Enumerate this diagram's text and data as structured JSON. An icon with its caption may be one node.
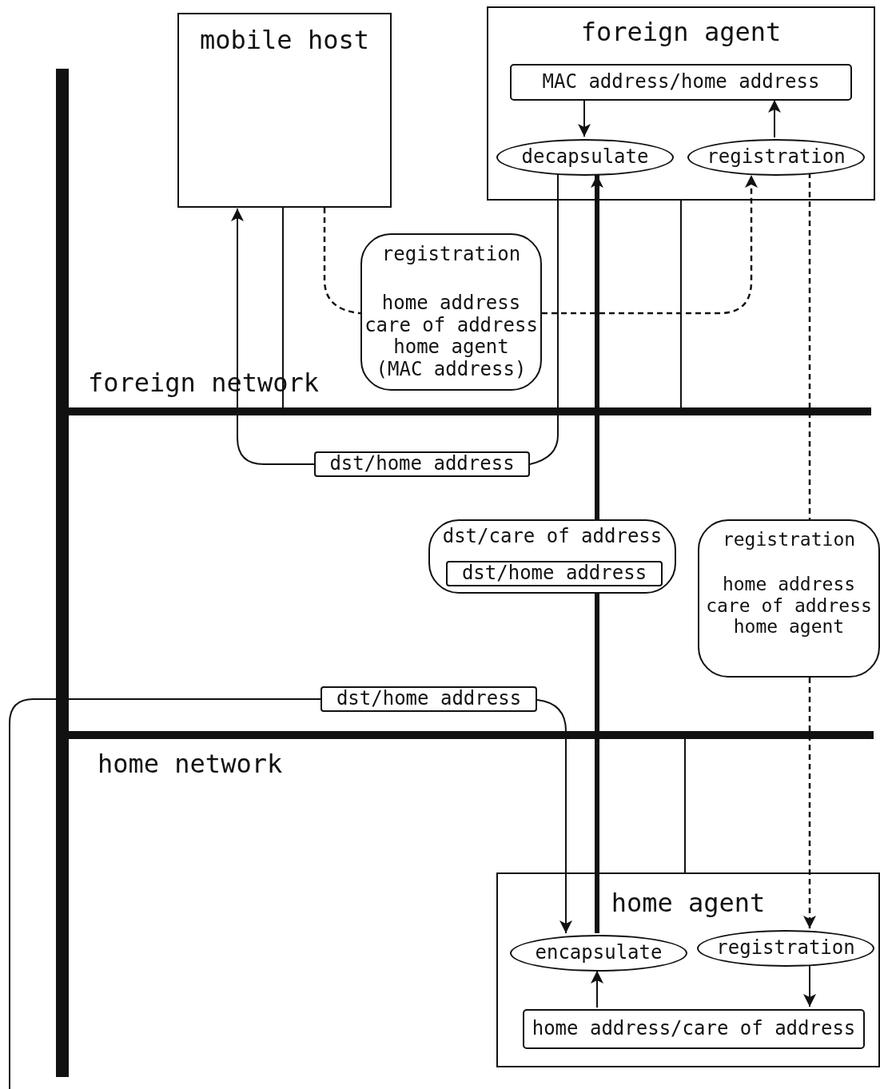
{
  "diagram": {
    "nodes": [
      {
        "text": [
          "mobile host"
        ]
      },
      {
        "text": [
          "foreign agent"
        ]
      },
      {
        "text": [
          "MAC address/home address"
        ],
        "in": 1
      },
      {
        "text": [
          "decapsulate"
        ],
        "in": 1
      },
      {
        "text": [
          "registration"
        ],
        "in": 1
      },
      {
        "text": [
          "registration",
          "home address care of address home agent (MAC address)"
        ]
      },
      {
        "text": [
          "dst/home address"
        ]
      },
      {
        "text": [
          "dst/care of address"
        ]
      },
      {
        "text": [
          "dst/home address"
        ],
        "in": 7
      },
      {
        "text": [
          "registration",
          "home address care of address home agent"
        ]
      },
      {
        "text": [
          "dst/home address"
        ]
      },
      {
        "text": [
          "home agent"
        ]
      },
      {
        "text": [
          "encapsulate"
        ],
        "in": 11
      },
      {
        "text": [
          "registration"
        ],
        "in": 11
      },
      {
        "text": [
          "home address/care of address"
        ],
        "in": 11
      },
      {
        "text": [],
        "shape": "bar"
      },
      {
        "text": [],
        "shape": "bar"
      },
      {
        "text": [],
        "shape": "bar"
      }
    ],
    "edges": [
      {
        "from": null,
        "to": 10,
        "arrow": "none"
      },
      {
        "from": 10,
        "to": 12,
        "arrow": "to"
      },
      {
        "from": 12,
        "to": 7,
        "arrow": "none",
        "style": "thick"
      },
      {
        "from": 7,
        "to": 3,
        "arrow": "to",
        "style": "thick"
      },
      {
        "from": 3,
        "to": 6,
        "arrow": "none"
      },
      {
        "from": 6,
        "to": 0,
        "arrow": "to"
      },
      {
        "from": 0,
        "to": 5,
        "arrow": "none",
        "style": "dashed"
      },
      {
        "from": 5,
        "to": 4,
        "arrow": "to",
        "style": "dashed"
      },
      {
        "from": 4,
        "to": 2,
        "arrow": "to"
      },
      {
        "from": 2,
        "to": 3,
        "arrow": "to"
      },
      {
        "from": 4,
        "to": 9,
        "arrow": "none",
        "style": "dashed"
      },
      {
        "from": 9,
        "to": 13,
        "arrow": "to",
        "style": "dashed"
      },
      {
        "from": 13,
        "to": 14,
        "arrow": "to"
      },
      {
        "from": 14,
        "to": 12,
        "arrow": "to"
      },
      {
        "from": 0,
        "to": 15,
        "arrow": "none"
      },
      {
        "from": 1,
        "to": 15,
        "arrow": "none"
      },
      {
        "from": 16,
        "to": 11,
        "arrow": "none"
      }
    ],
    "labels": [
      "foreign network",
      "home network"
    ]
  }
}
